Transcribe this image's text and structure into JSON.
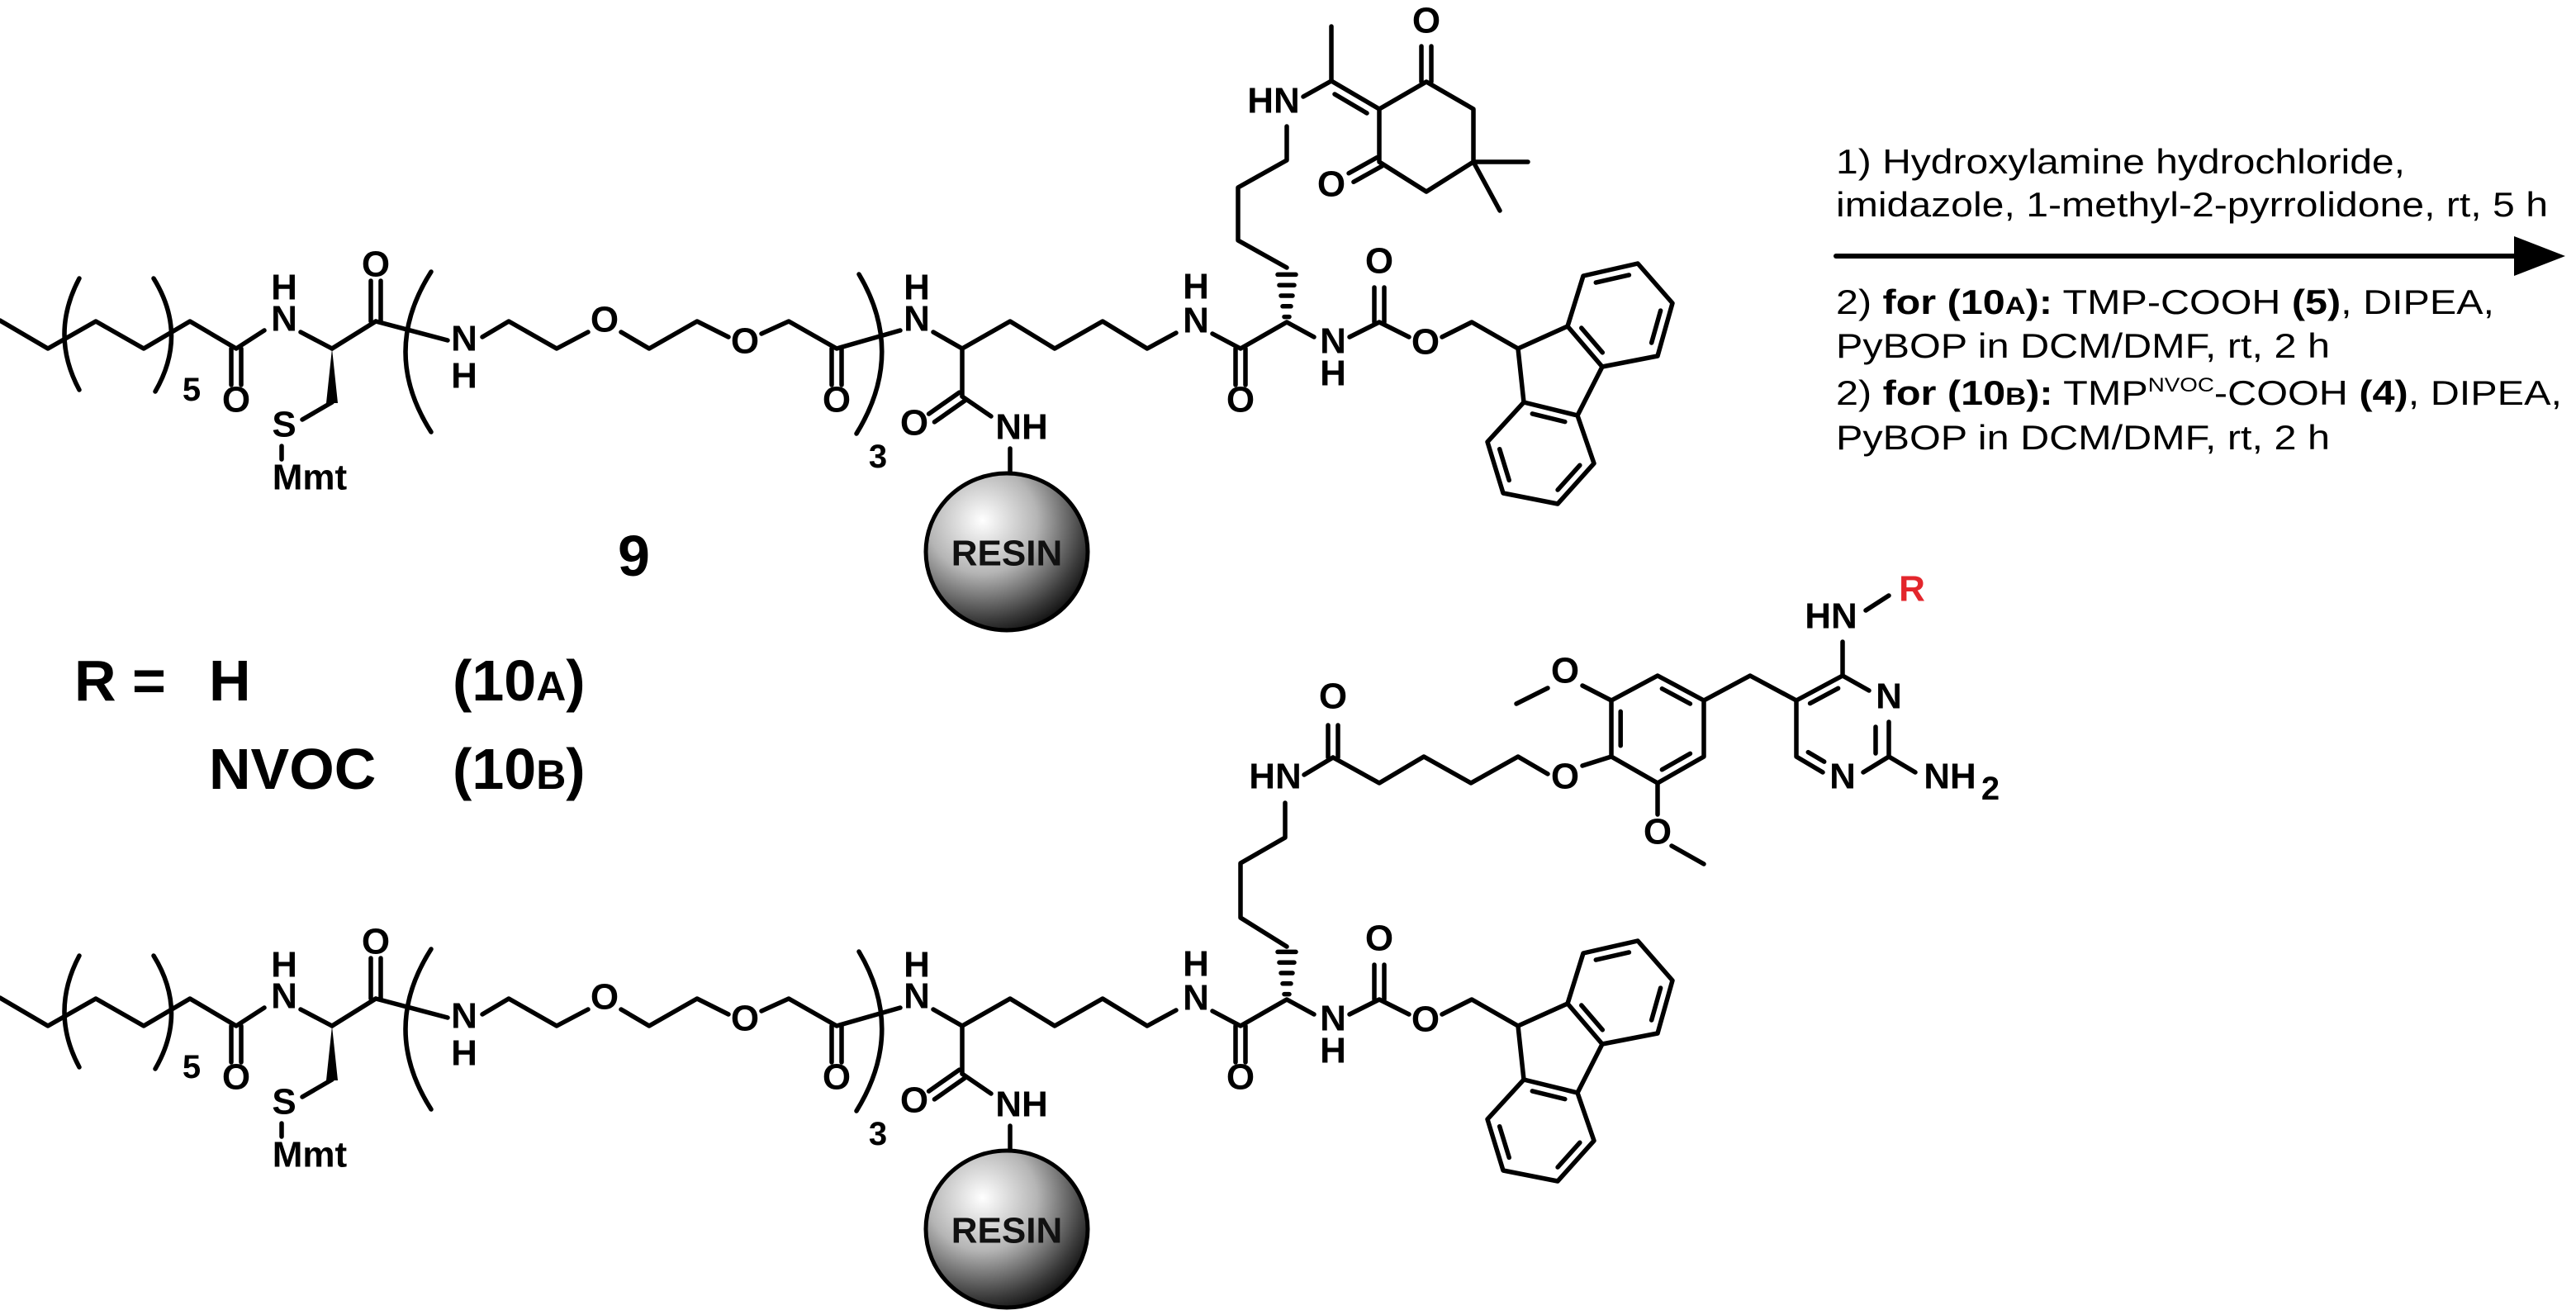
{
  "reaction": {
    "step1_line1": "1) Hydroxylamine hydrochloride,",
    "step1_line2": "imidazole, 1-methyl-2-pyrrolidone, rt, 5 h",
    "step2a": {
      "prefix": "2) ",
      "bold_label": "for (10",
      "bold_letter": "A",
      "bold_close": "):",
      "reagent": " TMP-COOH ",
      "cpd": "(5)",
      "tail": ", DIPEA,",
      "line2": "PyBOP in DCM/DMF, rt, 2 h"
    },
    "step2b": {
      "prefix": "2) ",
      "bold_label": "for (10",
      "bold_letter": "B",
      "bold_close": "):",
      "reagent": " TMP",
      "superscript": "NVOC",
      "reagent_tail": "-COOH ",
      "cpd": "(4)",
      "tail": ", DIPEA,",
      "line2": "PyBOP in DCM/DMF, rt, 2 h"
    }
  },
  "atoms": {
    "O": "O",
    "N": "N",
    "H": "H",
    "S": "S",
    "NH": "NH",
    "HN": "HN",
    "NH2_base": "NH",
    "NH2_sub": "2",
    "Mmt": "Mmt",
    "R": "R"
  },
  "repeat_counts": {
    "chain": "5",
    "peg": "3"
  },
  "resin_label": "RESIN",
  "compound_9": "9",
  "legend": {
    "r_label": "R =",
    "rows": [
      {
        "value": "H",
        "num": "10",
        "letter": "A"
      },
      {
        "value": "NVOC",
        "num": "10",
        "letter": "B"
      }
    ]
  },
  "colors": {
    "accent_red": "#e3262c",
    "ink": "#000000"
  }
}
